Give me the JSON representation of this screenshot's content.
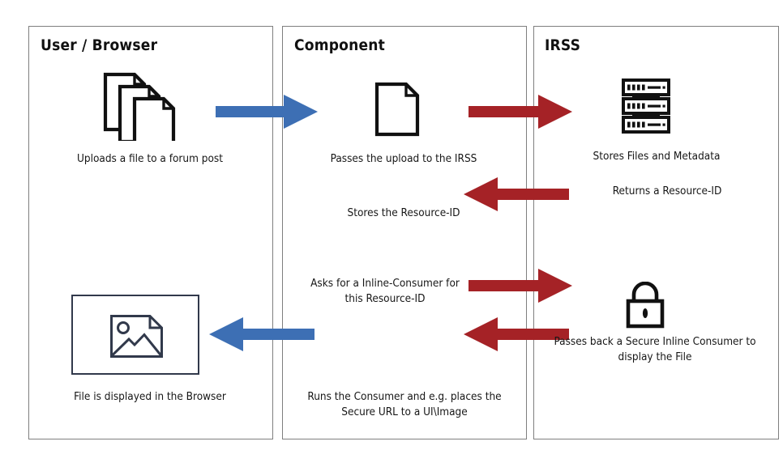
{
  "diagram": {
    "title_visible": false,
    "colors": {
      "lane_border": "#7f7f7f",
      "blue_arrow": "#3d6fb4",
      "red_arrow": "#a52226",
      "icon_dark": "#111111",
      "browser_frame": "#31394b",
      "text": "#161616",
      "background": "#ffffff"
    },
    "lanes": [
      {
        "id": "user-browser",
        "title": "User / Browser"
      },
      {
        "id": "component",
        "title": "Component"
      },
      {
        "id": "irss",
        "title": "IRSS"
      }
    ],
    "captions": {
      "uploads_file": "Uploads a file to a forum post",
      "passes_upload": "Passes the upload to the IRSS",
      "stores_files": "Stores Files and Metadata",
      "returns_resource_id": "Returns a Resource-ID",
      "stores_resource_id": "Stores the Resource-ID",
      "asks_for_consumer": "Asks for a Inline-Consumer for\nthis Resource-ID",
      "passes_back_consumer": "Passes back a Secure Inline Consumer to\ndisplay the File",
      "file_displayed": "File is displayed in the Browser",
      "runs_consumer": "Runs the Consumer and e.g. places the\nSecure URL to a UI\\Image"
    },
    "icons": {
      "documents": "document-stack-icon",
      "single_document": "document-icon",
      "server": "server-rack-icon",
      "lock": "lock-icon",
      "image": "image-placeholder-icon"
    },
    "arrows": [
      {
        "id": "upload-to-component",
        "direction": "right",
        "color": "#3d6fb4"
      },
      {
        "id": "component-to-irss",
        "direction": "right",
        "color": "#a52226"
      },
      {
        "id": "irss-returns-id",
        "direction": "left",
        "color": "#a52226"
      },
      {
        "id": "component-asks-consumer",
        "direction": "right",
        "color": "#a52226"
      },
      {
        "id": "irss-passes-consumer",
        "direction": "left",
        "color": "#a52226"
      },
      {
        "id": "component-to-browser",
        "direction": "left",
        "color": "#3d6fb4"
      }
    ]
  }
}
